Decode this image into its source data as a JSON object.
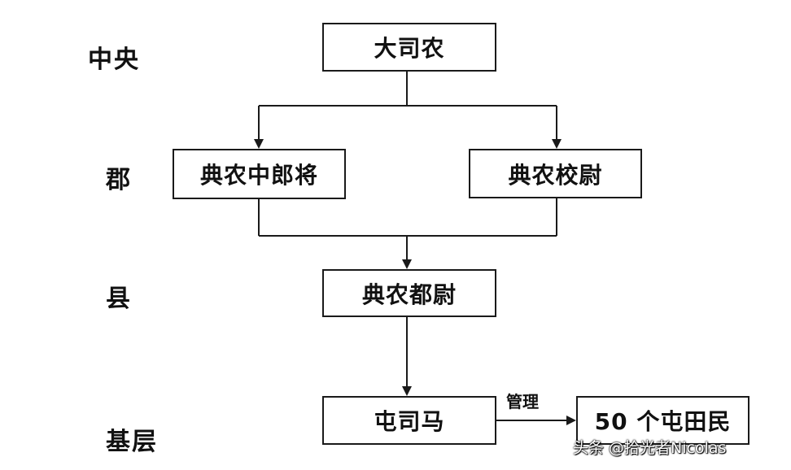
{
  "levels": {
    "central": "中央",
    "commandery": "郡",
    "county": "县",
    "grassroots": "基层"
  },
  "nodes": {
    "dasinong": "大司农",
    "diannong_zhonglangjiang": "典农中郎将",
    "diannong_xiaowei": "典农校尉",
    "diannong_duwei": "典农都尉",
    "tunsima": "屯司马",
    "tuntianmin": "50 个屯田民"
  },
  "edge_labels": {
    "manage": "管理"
  },
  "watermark": "头条 @拾光者Nicolas",
  "colors": {
    "line": "#1a1a1a",
    "background": "#ffffff"
  }
}
